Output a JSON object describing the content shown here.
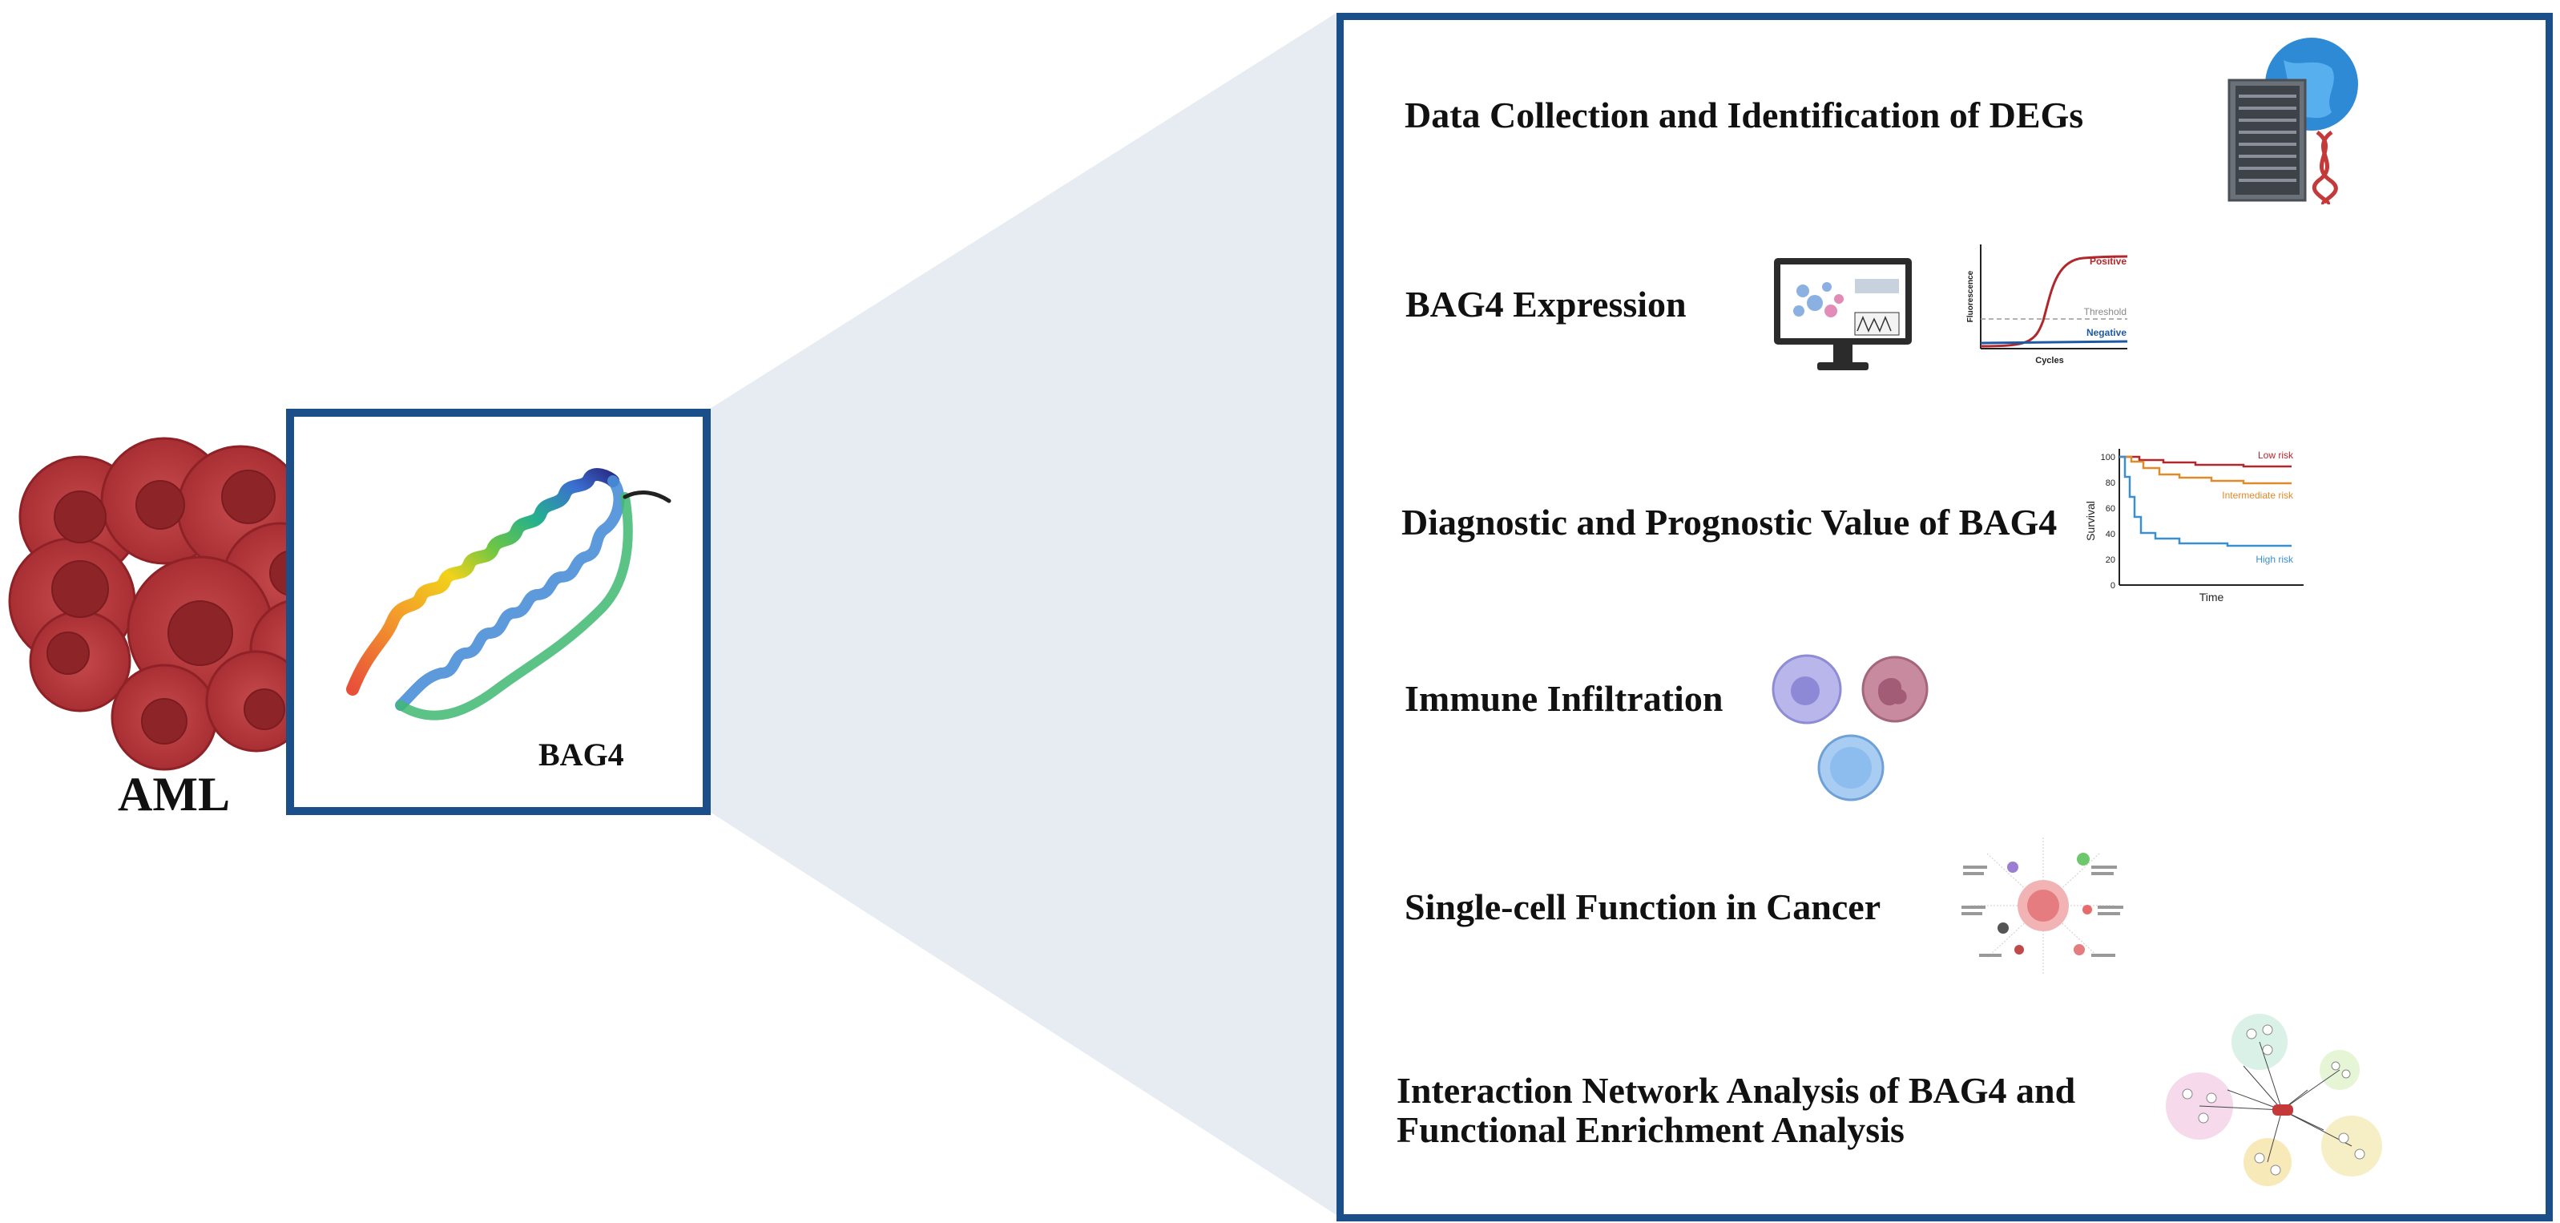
{
  "left": {
    "cancer_label": "AML",
    "protein_label": "BAG4"
  },
  "steps": [
    {
      "label": "Data Collection and Identification of DEGs",
      "icon": "server-dna-globe-icon"
    },
    {
      "label": "BAG4 Expression",
      "icon": "monitor-qpcr-icon"
    },
    {
      "label": "Diagnostic and Prognostic Value of BAG4",
      "icon": "survival-curve-icon"
    },
    {
      "label": "Immune Infiltration",
      "icon": "immune-cells-icon"
    },
    {
      "label": "Single-cell Function in Cancer",
      "icon": "cancer-functions-wheel-icon"
    },
    {
      "label_line1": "Interaction Network Analysis of BAG4 and",
      "label_line2": "Functional Enrichment Analysis",
      "icon": "interaction-network-icon"
    }
  ],
  "qpcr_plot": {
    "positive": "Positive",
    "threshold": "Threshold",
    "negative": "Negative",
    "xlabel": "Cycles",
    "ylabel": "Fluorescence"
  },
  "survival_plot": {
    "ylabel": "Survival",
    "xlabel": "Time",
    "yticks": [
      "100",
      "80",
      "60",
      "40",
      "20",
      "0"
    ],
    "series": [
      "Low risk",
      "Intermediate risk",
      "High risk"
    ]
  },
  "colors": {
    "frame": "#1b4f8a",
    "funnel": "#e7ebf2",
    "cell": "#b3363a",
    "positive": "#b0282c",
    "negative": "#1d5aa6",
    "intermediate": "#e08a2a",
    "highrisk": "#3a8fd0"
  }
}
